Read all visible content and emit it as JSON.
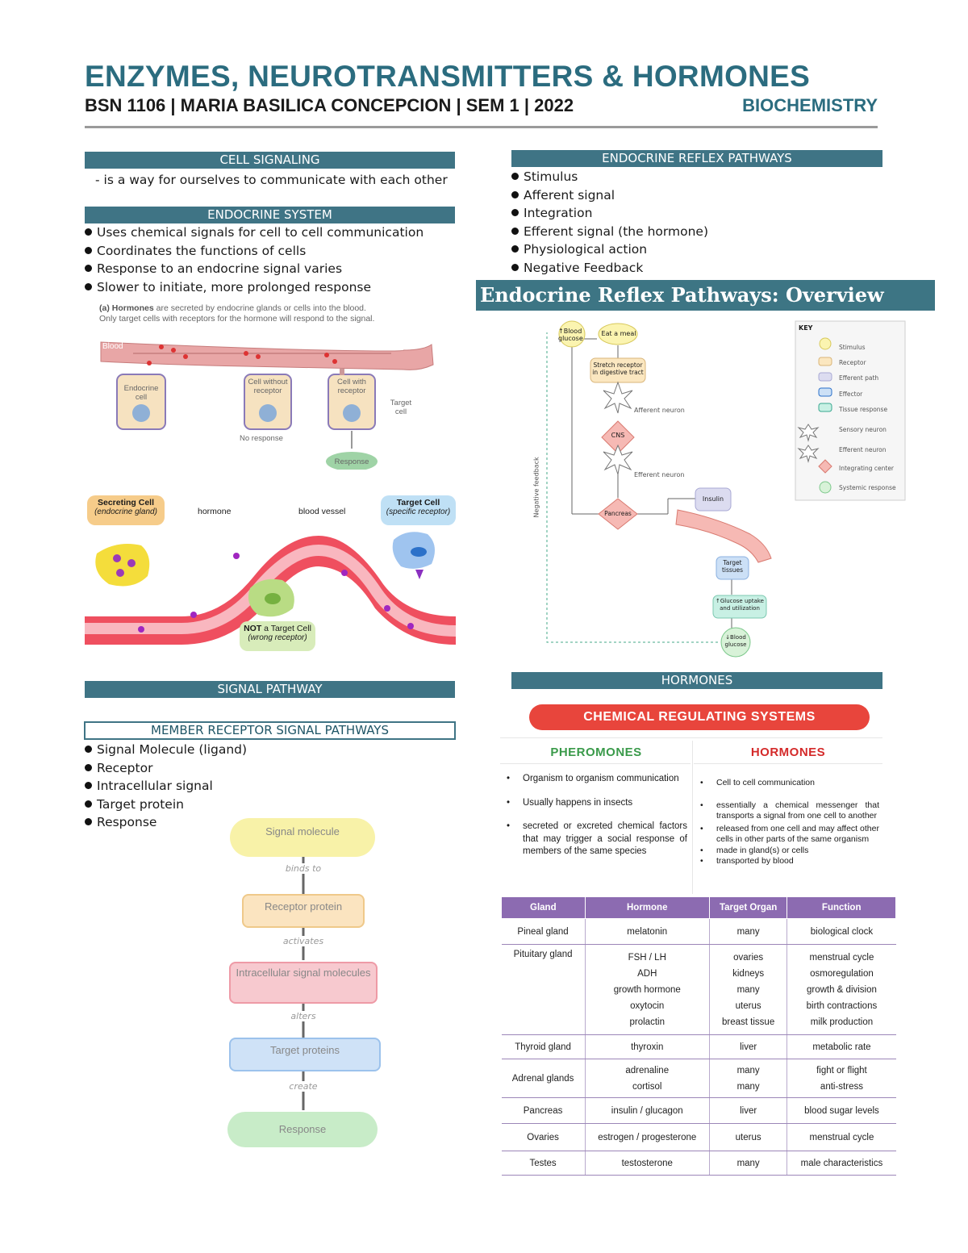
{
  "header": {
    "title": "ENZYMES, NEUROTRANSMITTERS & HORMONES",
    "subtitle": "BSN 1106 | MARIA BASILICA CONCEPCION | SEM 1 | 2022",
    "subject": "BIOCHEMISTRY"
  },
  "cell_signaling": {
    "heading": "CELL SIGNALING",
    "text": "- is a way for ourselves to communicate with each other"
  },
  "endocrine_system": {
    "heading": "ENDOCRINE SYSTEM",
    "items": [
      "Uses chemical signals for cell to cell communication",
      "Coordinates the functions of cells",
      "Response to an endocrine signal varies",
      "Slower to initiate, more prolonged response"
    ]
  },
  "hormone_figure": {
    "caption_bold": "(a) Hormones",
    "caption_rest": " are secreted by endocrine glands or cells into the blood.",
    "caption_line2": "Only target cells with receptors for the hormone will respond to the signal.",
    "blood": "Blood",
    "endocrine_cell": "Endocrine cell",
    "cell_without_receptor": "Cell without receptor",
    "cell_with_receptor": "Cell with receptor",
    "target_cell": "Target cell",
    "no_response": "No response",
    "response": "Response"
  },
  "secreting_figure": {
    "secreting_cell": "Secreting Cell",
    "secreting_sub": "(endocrine gland)",
    "hormone": "hormone",
    "blood_vessel": "blood vessel",
    "target_cell": "Target Cell",
    "target_sub": "(specific receptor)",
    "not_target_bold": "NOT",
    "not_target_rest": " a Target Cell",
    "not_target_sub": "(wrong receptor)"
  },
  "signal_pathway": {
    "heading": "SIGNAL PATHWAY"
  },
  "member_receptor": {
    "heading": "MEMBER RECEPTOR SIGNAL PATHWAYS",
    "items": [
      "Signal Molecule (ligand)",
      "Receptor",
      "Intracellular signal",
      "Target protein",
      "Response"
    ]
  },
  "flow": {
    "signal_molecule": "Signal molecule",
    "binds_to": "binds to",
    "receptor_protein": "Receptor protein",
    "activates": "activates",
    "intracellular": "Intracellular signal molecules",
    "alters": "alters",
    "target_proteins": "Target proteins",
    "create": "create",
    "response": "Response"
  },
  "endocrine_reflex": {
    "heading": "ENDOCRINE REFLEX PATHWAYS",
    "items": [
      "Stimulus",
      "Afferent signal",
      "Integration",
      "Efferent signal (the hormone)",
      "Physiological action",
      "Negative Feedback"
    ]
  },
  "overview": {
    "banner": "Endocrine Reflex Pathways: Overview",
    "blood_glucose_up": "↑Blood glucose",
    "eat_meal": "Eat a meal",
    "stretch": "Stretch receptor in digestive tract",
    "afferent": "Afferent neuron",
    "cns": "CNS",
    "efferent": "Efferent neuron",
    "pancreas": "Pancreas",
    "insulin": "Insulin",
    "target_tissues": "Target tissues",
    "glucose_uptake": "↑Glucose uptake and utilization",
    "blood_glucose_down": "↓Blood glucose",
    "negative_feedback": "Negative feedback",
    "key_title": "KEY",
    "key_items": [
      "Stimulus",
      "Receptor",
      "Efferent path",
      "Effector",
      "Tissue response",
      "Sensory neuron",
      "Efferent neuron",
      "Integrating center",
      "Systemic response"
    ]
  },
  "hormones_section": {
    "heading": "HORMONES",
    "banner": "CHEMICAL REGULATING SYSTEMS",
    "pheromones_title": "PHEROMONES",
    "hormones_title": "HORMONES",
    "pheromones_items": [
      "Organism to organism communication",
      "Usually happens in insects",
      "secreted or excreted chemical factors that may trigger a social response of members of the same species"
    ],
    "hormones_items": [
      "Cell to cell communication",
      "essentially a chemical messenger that transports a signal from one cell to another",
      "released from one cell and may affect other cells in other parts of the same organism",
      "made in gland(s) or cells",
      "transported by blood"
    ]
  },
  "gland_table": {
    "headers": [
      "Gland",
      "Hormone",
      "Target Organ",
      "Function"
    ],
    "rows": [
      {
        "gland": "Pineal gland",
        "hormone": [
          "melatonin"
        ],
        "target": [
          "many"
        ],
        "function": [
          "biological clock"
        ]
      },
      {
        "gland": "Pituitary gland",
        "hormone": [
          "FSH / LH",
          "ADH",
          "growth hormone",
          "oxytocin",
          "prolactin"
        ],
        "target": [
          "ovaries",
          "kidneys",
          "many",
          "uterus",
          "breast tissue"
        ],
        "function": [
          "menstrual cycle",
          "osmoregulation",
          "growth & division",
          "birth contractions",
          "milk production"
        ]
      },
      {
        "gland": "Thyroid gland",
        "hormone": [
          "thyroxin"
        ],
        "target": [
          "liver"
        ],
        "function": [
          "metabolic rate"
        ]
      },
      {
        "gland": "Adrenal glands",
        "hormone": [
          "adrenaline",
          "cortisol"
        ],
        "target": [
          "many",
          "many"
        ],
        "function": [
          "fight or flight",
          "anti-stress"
        ]
      },
      {
        "gland": "Pancreas",
        "hormone": [
          "insulin / glucagon"
        ],
        "target": [
          "liver"
        ],
        "function": [
          "blood sugar levels"
        ]
      },
      {
        "gland": "Ovaries",
        "hormone": [
          "estrogen / progesterone"
        ],
        "target": [
          "uterus"
        ],
        "function": [
          "menstrual cycle"
        ]
      },
      {
        "gland": "Testes",
        "hormone": [
          "testosterone"
        ],
        "target": [
          "many"
        ],
        "function": [
          "male characteristics"
        ]
      }
    ]
  },
  "colors": {
    "accent": "#3f7485",
    "title": "#2b6c7f",
    "table_header": "#8c6bb1",
    "banner_red": "#e8453c",
    "pheromones_green": "#3a9a4a",
    "hormones_red": "#d42a2a"
  }
}
